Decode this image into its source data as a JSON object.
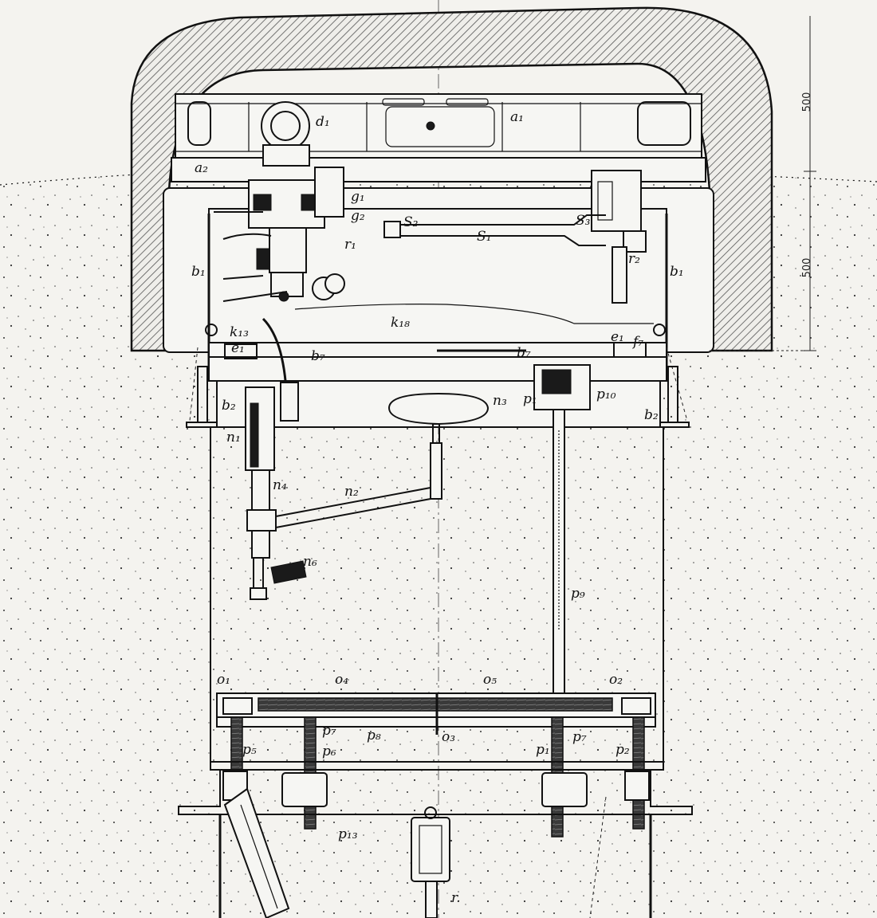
{
  "labels": {
    "a1": "a₁",
    "a2": "a₂",
    "d1": "d₁",
    "g1": "g₁",
    "g2": "g₂",
    "r1": "r₁",
    "r2": "r₂",
    "s1": "S₁",
    "s2": "S₂",
    "s3": "S₃",
    "b1_left": "b₁",
    "b1_right": "b₁",
    "k13": "k₁₃",
    "k18": "k₁₈",
    "e1_left": "e₁",
    "e1_right": "e₁",
    "b7_left": "b₇",
    "b7_mid": "b₇",
    "f7": "f₇",
    "b2_left": "b₂",
    "b2_right": "b₂",
    "n1": "n₁",
    "n2": "n₂",
    "n3": "n₃",
    "n4": "n₄",
    "n6": "n₆",
    "p1_top": "p₁",
    "p10": "p₁₀",
    "p9": "p₉",
    "o1": "o₁",
    "o2": "o₂",
    "o4": "o₄",
    "o5": "o₅",
    "o3": "o₃",
    "p5": "p₅",
    "p6": "p₆",
    "p7_left": "p₇",
    "p8": "p₈",
    "p1_bottom": "p₁",
    "p7_right": "p₇",
    "p2": "p₂",
    "p13": "p₁₃",
    "r_bottom": "r."
  },
  "dimensions": {
    "upper": "500",
    "lower": "500"
  },
  "colors": {
    "ink": "#111111",
    "paper": "#f4f3ef",
    "hatch": "#555555"
  }
}
